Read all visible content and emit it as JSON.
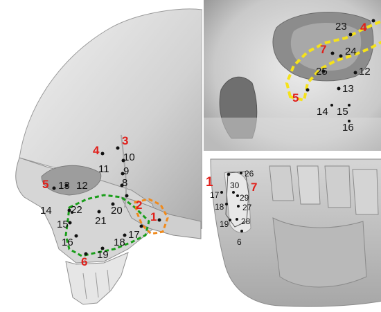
{
  "colors": {
    "bone": "#d9d9d9",
    "bone_shadow": "#8f8f8f",
    "bone_light": "#f3f3f3",
    "landmark": "#111111",
    "red_label": "#e0201b",
    "green_outline": "#1a9e1a",
    "orange_outline": "#f08a1c",
    "yellow_outline": "#f5e21a"
  },
  "left_panel": {
    "labels": {
      "n1": "1",
      "n2": "2",
      "n3": "3",
      "n4": "4",
      "n5": "5",
      "n6": "6",
      "n8": "8",
      "n9": "9",
      "n10": "10",
      "n11": "11",
      "n12": "12",
      "n13": "13",
      "n14": "14",
      "n15": "15",
      "n16": "16",
      "n17": "17",
      "n18": "18",
      "n19": "19",
      "n20": "20",
      "n21": "21",
      "n22": "22"
    }
  },
  "top_right_panel": {
    "labels": {
      "n4": "4",
      "n5": "5",
      "n7": "7",
      "n12": "12",
      "n13": "13",
      "n14": "14",
      "n15": "15",
      "n16": "16",
      "n23": "23",
      "n24": "24",
      "n25": "25"
    }
  },
  "bottom_right_panel": {
    "labels": {
      "n1": "1",
      "n7": "7",
      "n6": "6",
      "n17": "17",
      "n18": "18",
      "n19": "19",
      "n26": "26",
      "n27": "27",
      "n28": "28",
      "n29": "29",
      "n30": "30"
    }
  }
}
